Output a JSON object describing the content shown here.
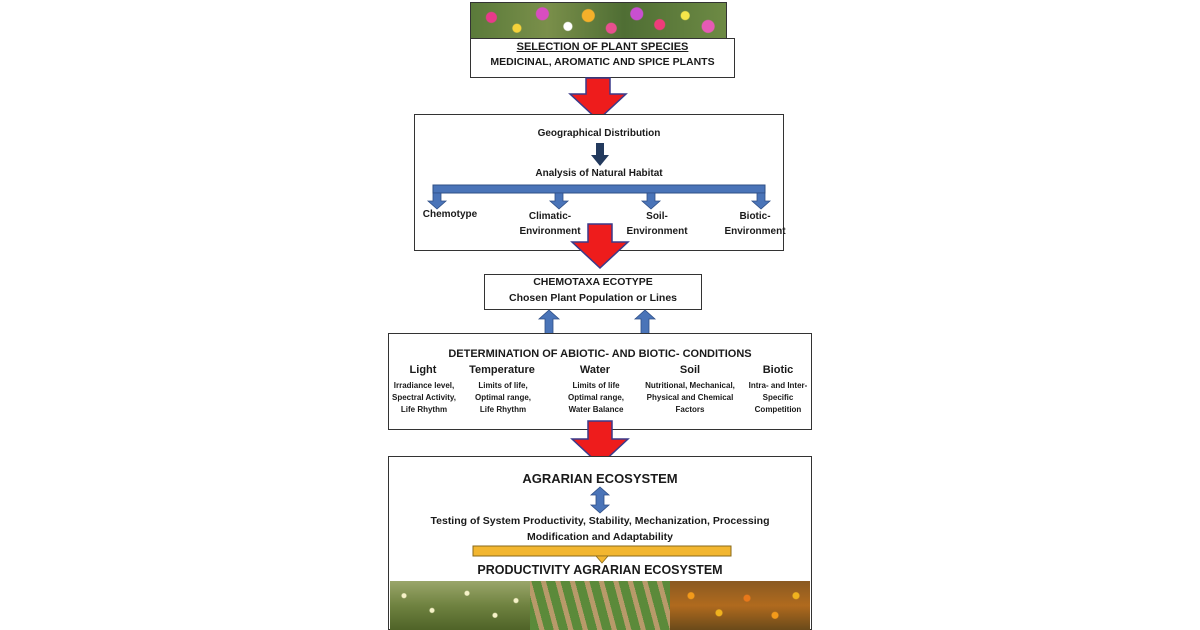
{
  "selection": {
    "title": "SELECTION OF PLANT SPECIES",
    "subtitle": "MEDICINAL, AROMATIC AND SPICE PLANTS"
  },
  "habitat": {
    "geo": "Geographical Distribution",
    "analysis": "Analysis of Natural Habitat",
    "branches": [
      {
        "line1": "Chemotype",
        "line2": ""
      },
      {
        "line1": "Climatic-",
        "line2": "Environment"
      },
      {
        "line1": "Soil-",
        "line2": "Environment"
      },
      {
        "line1": "Biotic-",
        "line2": "Environment"
      }
    ]
  },
  "chemotaxa": {
    "line1": "CHEMOTAXA  ECOTYPE",
    "line2": "Chosen Plant Population or Lines"
  },
  "conditions": {
    "title": "DETERMINATION OF ABIOTIC- AND BIOTIC- CONDITIONS",
    "columns": [
      {
        "head": "Light",
        "lines": [
          "Irradiance  level,",
          "Spectral Activity,",
          "Life Rhythm"
        ]
      },
      {
        "head": "Temperature",
        "lines": [
          "Limits of life,",
          "Optimal range,",
          "Life Rhythm"
        ]
      },
      {
        "head": "Water",
        "lines": [
          "Limits of life",
          "Optimal range,",
          "Water Balance"
        ]
      },
      {
        "head": "Soil",
        "lines": [
          "Nutritional, Mechanical,",
          "Physical and Chemical",
          "Factors"
        ]
      },
      {
        "head": "Biotic",
        "lines": [
          "Intra- and Inter-",
          "Specific",
          "Competition"
        ]
      }
    ]
  },
  "agrarian": {
    "title": "AGRARIAN ECOSYSTEM",
    "testing1": "Testing of System Productivity, Stability, Mechanization, Processing",
    "testing2": "Modification and Adaptability",
    "result": "PRODUCTIVITY AGRARIAN ECOSYSTEM"
  },
  "colors": {
    "red_arrow": "#ee1c1c",
    "blue_arrow": "#4a74b8",
    "dark_arrow": "#233a5e",
    "orange_bar": "#f2b630"
  }
}
